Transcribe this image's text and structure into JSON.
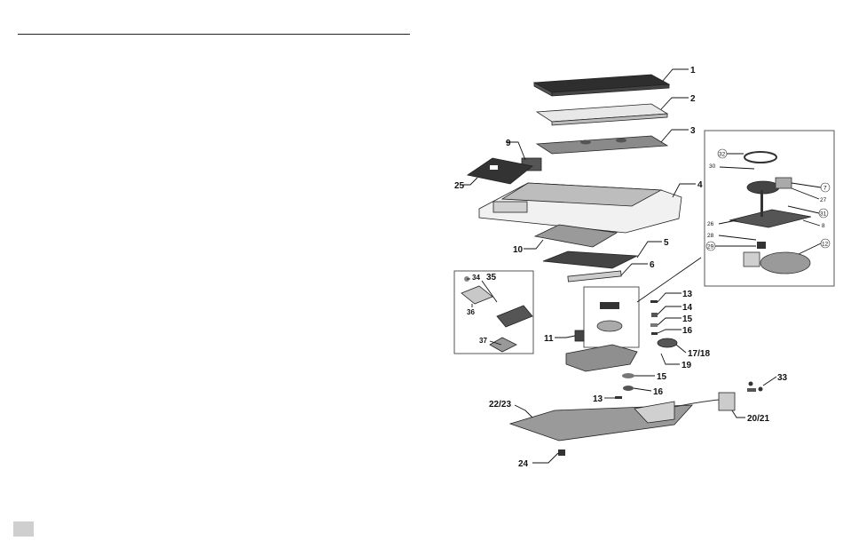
{
  "callouts": [
    "1",
    "2",
    "3",
    "4",
    "5",
    "6",
    "9",
    "10",
    "11",
    "13",
    "14",
    "15",
    "16",
    "17/18",
    "19",
    "15",
    "16",
    "13",
    "20/21",
    "22/23",
    "24",
    "25",
    "33"
  ],
  "inset_left_callouts": [
    "34",
    "35",
    "36",
    "37"
  ],
  "inset_right_callouts": [
    "32",
    "30",
    "7",
    "27",
    "31",
    "26",
    "8",
    "28",
    "29",
    "12"
  ],
  "colors": {
    "part_dark": "#3a3a3a",
    "part_mid": "#8a8a8a",
    "part_light": "#d9d9d9",
    "line": "#111111",
    "corner": "#cfcfcf"
  }
}
